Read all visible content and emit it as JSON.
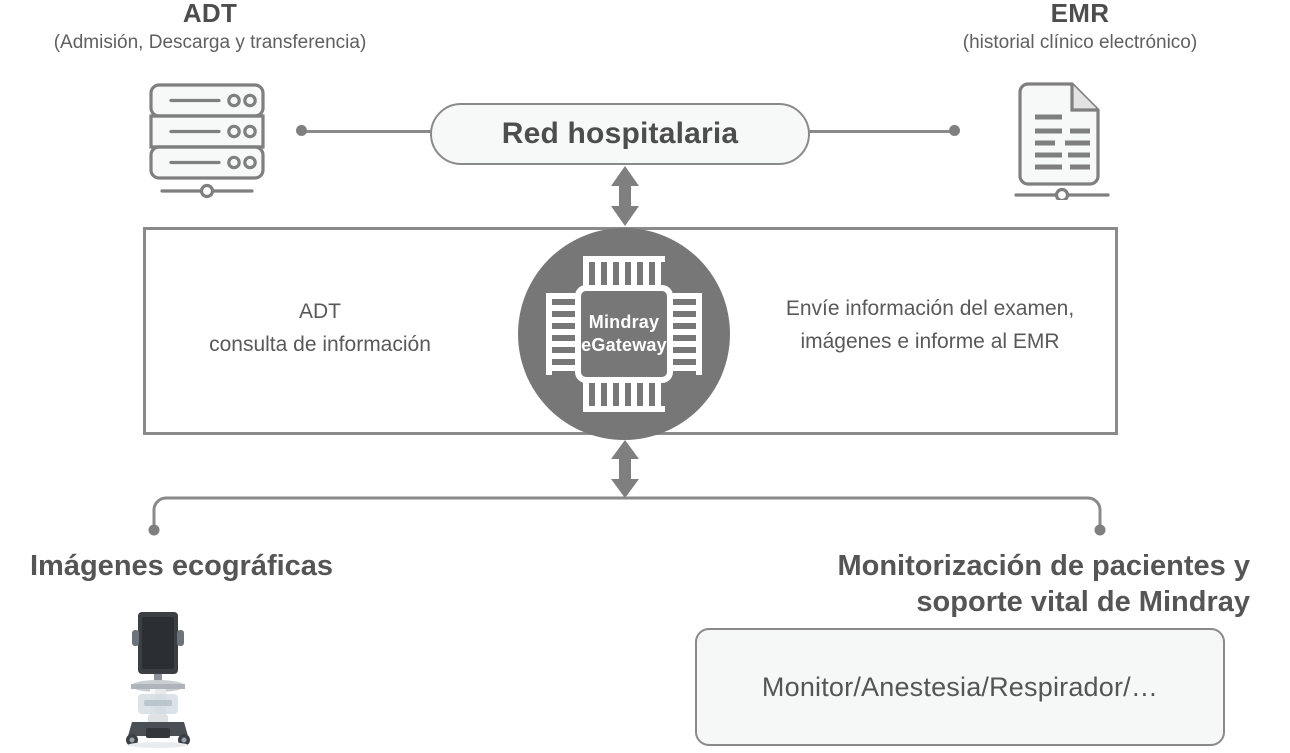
{
  "headers": {
    "left": {
      "title": "ADT",
      "subtitle": "(Admisión, Descarga y transferencia)"
    },
    "right": {
      "title": "EMR",
      "subtitle": "(historial clínico electrónico)"
    }
  },
  "network": {
    "label": "Red hospitalaria"
  },
  "gateway": {
    "left_text_line1": "ADT",
    "left_text_line2": "consulta de información",
    "right_text_line1": "Envíe información del examen,",
    "right_text_line2": "imágenes e informe al EMR",
    "chip_line1": "Mindray",
    "chip_line2": "eGateway"
  },
  "bottom": {
    "ultrasound_label": "Imágenes ecográficas",
    "monitoring_label_line1": "Monitorización de pacientes y",
    "monitoring_label_line2": "soporte vital de Mindray",
    "devices_box": "Monitor/Anestesia/Respirador/…"
  },
  "icons": {
    "server": "server-icon",
    "document": "document-icon",
    "chip": "chip-icon",
    "ultrasound": "ultrasound-cart-icon"
  },
  "colors": {
    "stroke": "#8a8a8a",
    "text": "#555555",
    "chip_fill": "#777777",
    "panel_fill": "#f6f7f7",
    "background": "#ffffff"
  }
}
